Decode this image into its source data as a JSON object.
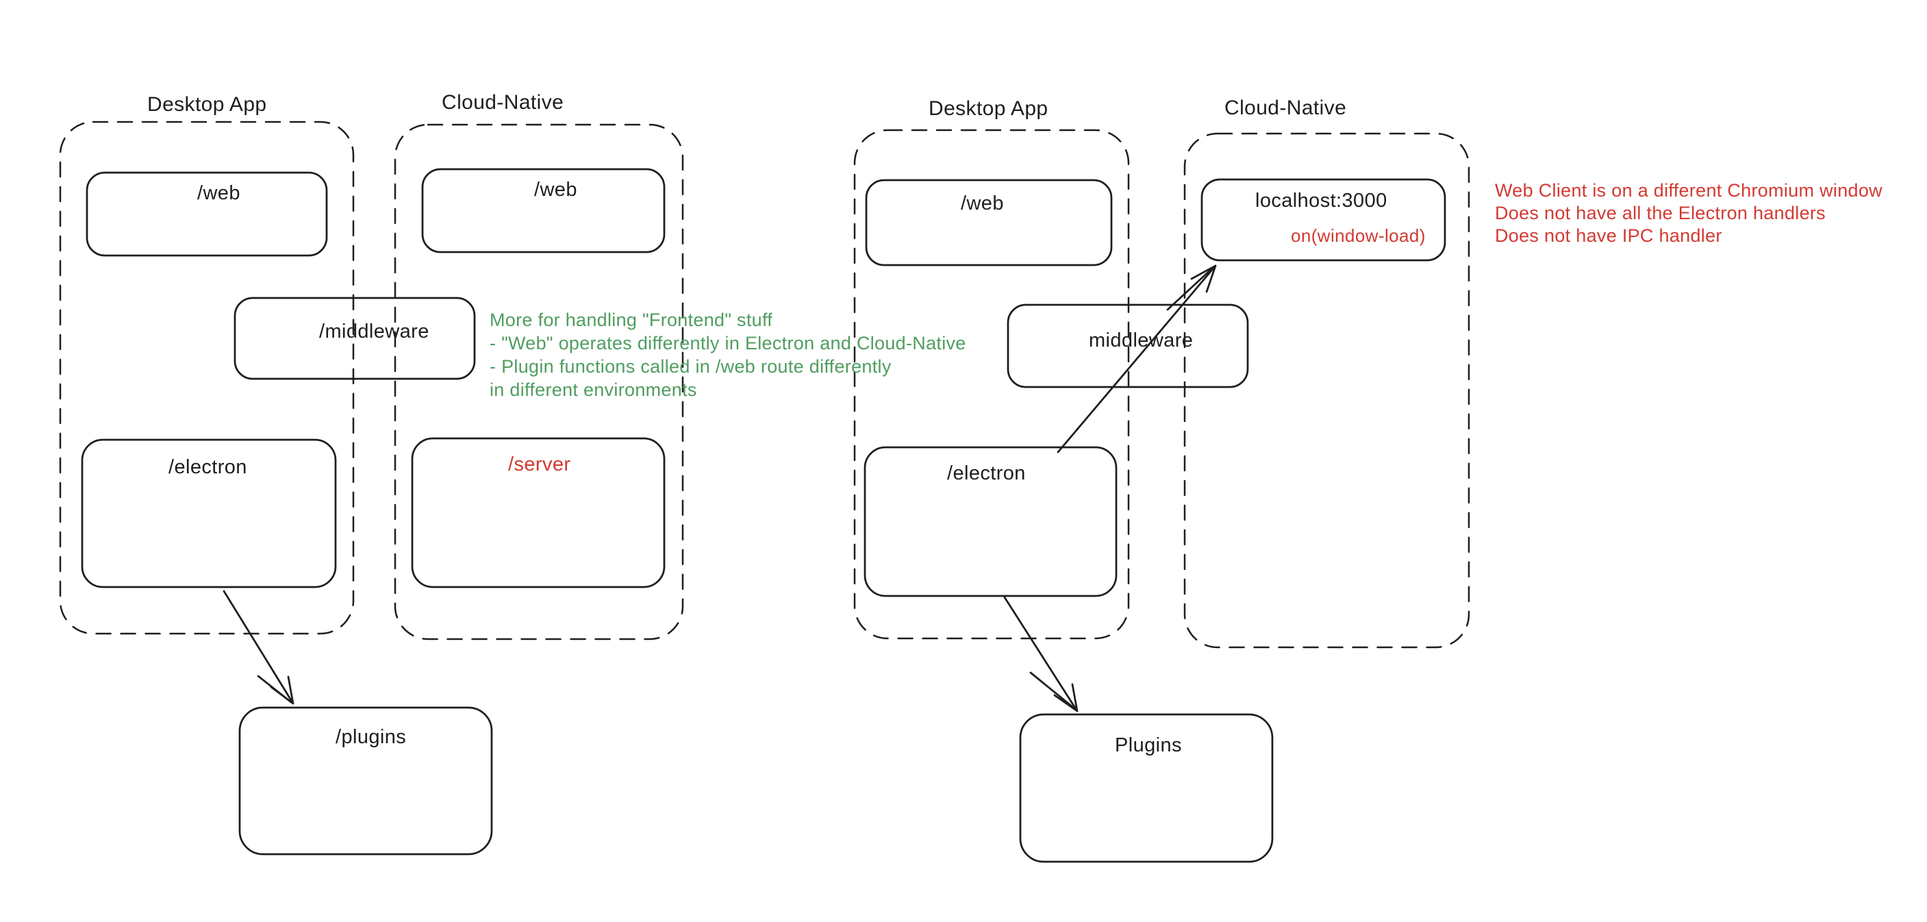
{
  "colors": {
    "ink": "#1e1e1e",
    "green": "#4f9d5f",
    "red": "#d23a32",
    "background": "#ffffff"
  },
  "left": {
    "desktop_container_label": "Desktop App",
    "cloud_container_label": "Cloud-Native",
    "web_desktop_label": "/web",
    "web_cloud_label": "/web",
    "middleware_label": "/middleware",
    "electron_label": "/electron",
    "server_label": "/server",
    "plugins_label": "/plugins",
    "note_green_lines": [
      "More for handling \"Frontend\" stuff",
      "- \"Web\" operates differently in Electron and Cloud-Native",
      "- Plugin functions called in /web route differently",
      "in different environments"
    ]
  },
  "right": {
    "desktop_container_label": "Desktop App",
    "cloud_container_label": "Cloud-Native",
    "web_label": "/web",
    "localhost_label": "localhost:3000",
    "on_window_load_label": "on(window-load)",
    "middleware_label": "middleware",
    "electron_label": "/electron",
    "plugins_label": "Plugins",
    "note_red_lines": [
      "Web Client is on a different Chromium window",
      "Does not have all the Electron handlers",
      "Does not have IPC handler"
    ]
  }
}
